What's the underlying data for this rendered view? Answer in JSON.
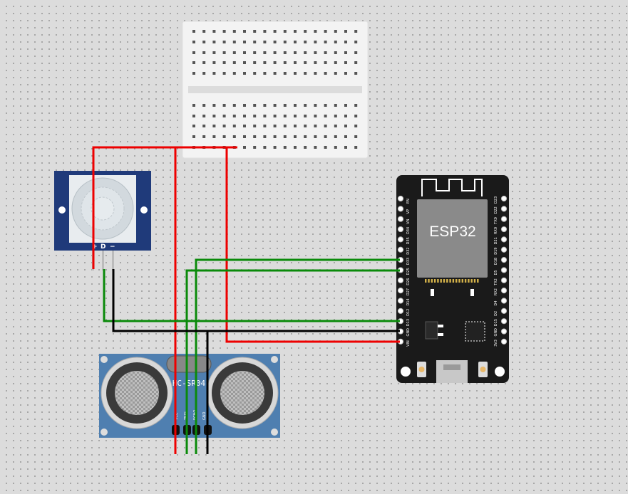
{
  "esp32": {
    "chip_label": "ESP32",
    "left_pins": [
      "EN",
      "VP",
      "VN",
      "D34",
      "D35",
      "D32",
      "D33",
      "D25",
      "D26",
      "D27",
      "D14",
      "D12",
      "D13",
      "GND",
      "VIN"
    ],
    "right_pins": [
      "D23",
      "D22",
      "TX0",
      "RX0",
      "D21",
      "D19",
      "D18",
      "D5",
      "TX2",
      "RX2",
      "D4",
      "D2",
      "D15",
      "GND",
      "3V3"
    ],
    "board_color": "#1a1a1a",
    "chip_color": "#8a8a8a"
  },
  "pir_sensor": {
    "pin_labels": [
      "+",
      "D",
      "−"
    ],
    "board_color": "#1f3a7a"
  },
  "ultrasonic_sensor": {
    "label": "HC-SR04",
    "pin_labels": [
      "VCC",
      "TRIG",
      "ECHO",
      "GND"
    ],
    "board_color": "#4f7fb0"
  },
  "wires": {
    "power_color": "#ee0000",
    "signal_color": "#0a8a0a",
    "ground_color": "#000000"
  }
}
